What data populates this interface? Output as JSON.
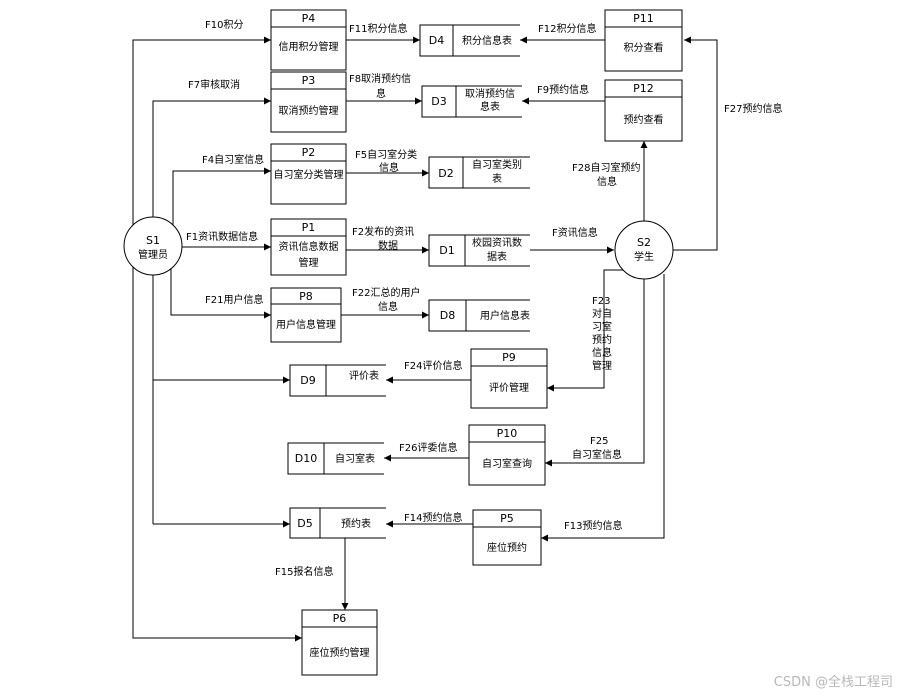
{
  "entities": {
    "s1": {
      "id": "S1",
      "name": "管理员"
    },
    "s2": {
      "id": "S2",
      "name": "学生"
    }
  },
  "processes": {
    "p4": {
      "id": "P4",
      "lines": [
        "信用积分管理"
      ]
    },
    "p3": {
      "id": "P3",
      "lines": [
        "取消预约管理"
      ]
    },
    "p2": {
      "id": "P2",
      "lines": [
        "自习室分类管理"
      ]
    },
    "p1": {
      "id": "P1",
      "lines": [
        "资讯信息数据",
        "管理"
      ]
    },
    "p8": {
      "id": "P8",
      "lines": [
        "用户信息管理"
      ]
    },
    "p9": {
      "id": "P9",
      "lines": [
        "评价管理"
      ]
    },
    "p10": {
      "id": "P10",
      "lines": [
        "自习室查询"
      ]
    },
    "p5": {
      "id": "P5",
      "lines": [
        "座位预约"
      ]
    },
    "p6": {
      "id": "P6",
      "lines": [
        "座位预约管理"
      ]
    },
    "p11": {
      "id": "P11",
      "lines": [
        "积分查看"
      ]
    },
    "p12": {
      "id": "P12",
      "lines": [
        "预约查看"
      ]
    }
  },
  "stores": {
    "d4": {
      "id": "D4",
      "lines": [
        "积分信息表"
      ]
    },
    "d3": {
      "id": "D3",
      "lines": [
        "取消预约信",
        "息表"
      ]
    },
    "d2": {
      "id": "D2",
      "lines": [
        "自习室类别",
        "表"
      ]
    },
    "d1": {
      "id": "D1",
      "lines": [
        "校园资讯数",
        "据表"
      ]
    },
    "d8": {
      "id": "D8",
      "lines": [
        "用户信息表"
      ]
    },
    "d9": {
      "id": "D9",
      "lines": [
        "评价表"
      ]
    },
    "d10": {
      "id": "D10",
      "lines": [
        "自习室表"
      ]
    },
    "d5": {
      "id": "D5",
      "lines": [
        "预约表"
      ]
    }
  },
  "flows": {
    "f10": {
      "lines": [
        "F10积分"
      ]
    },
    "f11": {
      "lines": [
        "F11积分信息"
      ]
    },
    "f12": {
      "lines": [
        "F12积分信息"
      ]
    },
    "f7": {
      "lines": [
        "F7审核取消"
      ]
    },
    "f8": {
      "lines": [
        "F8取消预约信",
        "息"
      ]
    },
    "f9": {
      "lines": [
        "F9预约信息"
      ]
    },
    "f27": {
      "lines": [
        "F27预约信息"
      ]
    },
    "f4": {
      "lines": [
        "F4自习室信息"
      ]
    },
    "f5": {
      "lines": [
        "F5自习室分类",
        "信息"
      ]
    },
    "f28": {
      "lines": [
        "F28自习室预约",
        "信息"
      ]
    },
    "f1": {
      "lines": [
        "F1资讯数据信息"
      ]
    },
    "f2": {
      "lines": [
        "F2发布的资讯",
        "数据"
      ]
    },
    "f_news": {
      "lines": [
        "F资讯信息"
      ]
    },
    "f21": {
      "lines": [
        "F21用户信息"
      ]
    },
    "f22": {
      "lines": [
        "F22汇总的用户",
        "信息"
      ]
    },
    "f23": {
      "lines": [
        "F23",
        "对自",
        "习室",
        "预约",
        "信息",
        "管理"
      ]
    },
    "f24": {
      "lines": [
        "F24评价信息"
      ]
    },
    "f25": {
      "lines": [
        "F25",
        "自习室信息"
      ]
    },
    "f26": {
      "lines": [
        "F26评委信息"
      ]
    },
    "f14": {
      "lines": [
        "F14预约信息"
      ]
    },
    "f13": {
      "lines": [
        "F13预约信息"
      ]
    },
    "f15": {
      "lines": [
        "F15报名信息"
      ]
    }
  },
  "watermark": "CSDN @全栈工程司"
}
